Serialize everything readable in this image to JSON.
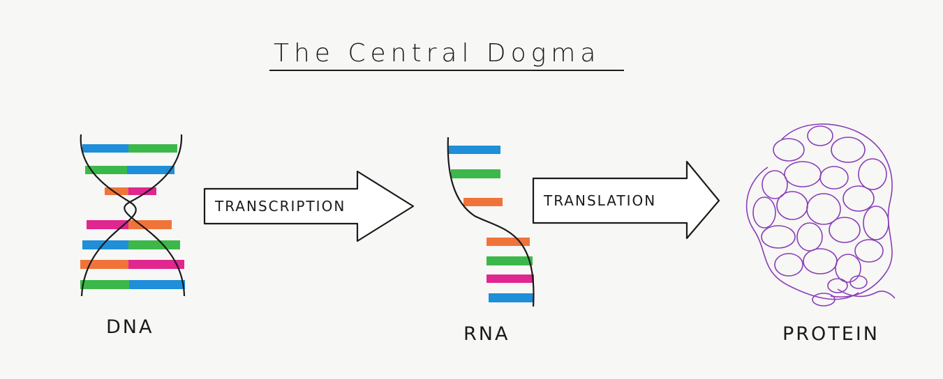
{
  "title": "The Central Dogma",
  "labels": {
    "dna": "DNA",
    "rna": "RNA",
    "protein": "PROTEIN",
    "transcription": "TRANSCRIPTION",
    "translation": "TRANSLATION"
  },
  "colors": {
    "blue": "#1e8fd8",
    "green": "#3cb84a",
    "orange": "#f0743a",
    "pink": "#e0268f",
    "purple": "#8a3db8",
    "ink": "#1a1a1a"
  }
}
